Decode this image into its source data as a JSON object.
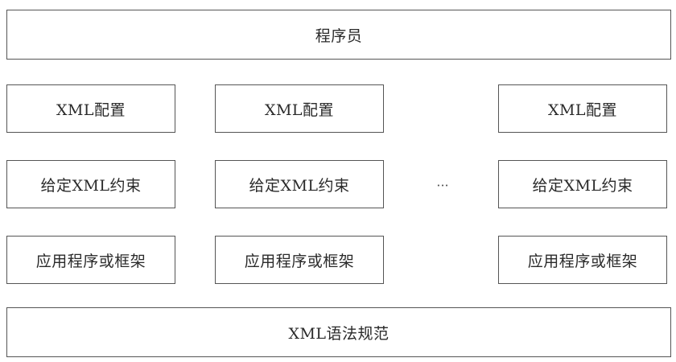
{
  "programmer": "程序员",
  "columns": [
    {
      "config": "XML配置",
      "constraint": "给定XML约束",
      "app": "应用程序或框架"
    },
    {
      "config": "XML配置",
      "constraint": "给定XML约束",
      "app": "应用程序或框架"
    },
    {
      "config": "XML配置",
      "constraint": "给定XML约束",
      "app": "应用程序或框架"
    }
  ],
  "ellipsis": "···",
  "spec": "XML语法规范"
}
